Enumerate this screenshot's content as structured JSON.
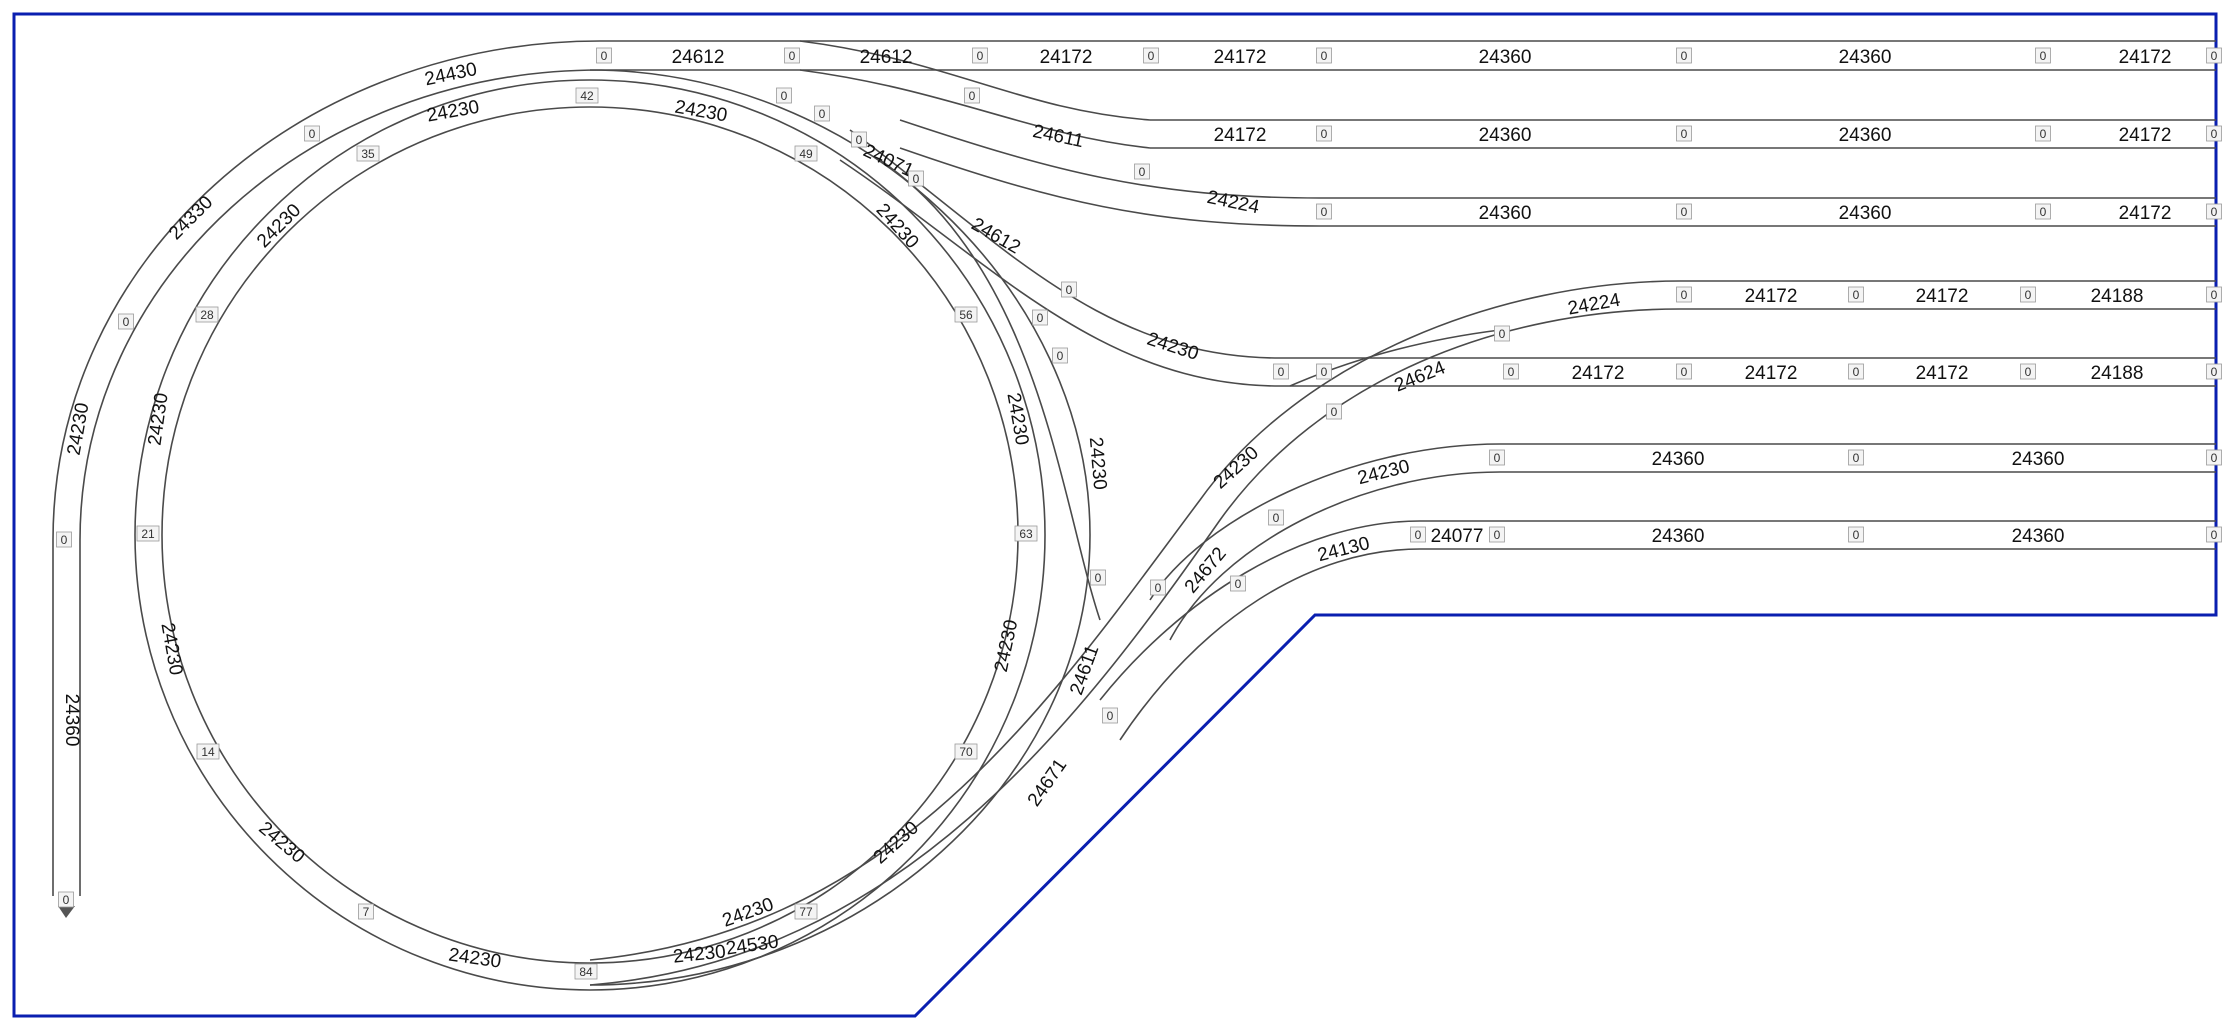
{
  "diagram": {
    "straight_labels": [
      "24172",
      "24172",
      "24360",
      "24360",
      "24172",
      "24172",
      "24360",
      "24360",
      "24172",
      "24360",
      "24360",
      "24172",
      "24172",
      "24172",
      "24188",
      "24172",
      "24172",
      "24172",
      "24188",
      "24360",
      "24360",
      "24077",
      "24360",
      "24360",
      "24360"
    ],
    "curve_labels": [
      "24430",
      "24612",
      "24612",
      "24230",
      "24230",
      "24611",
      "24071",
      "24230",
      "24612",
      "24224",
      "24330",
      "24230",
      "24230",
      "24224",
      "24624",
      "24230",
      "24230",
      "24230",
      "24230",
      "24230",
      "24230",
      "24230",
      "24672",
      "24130",
      "24611",
      "24230",
      "24671",
      "24230",
      "24230",
      "24530",
      "24230",
      "24230",
      "24230"
    ],
    "markers": [
      "0",
      "0",
      "0",
      "0",
      "0",
      "0",
      "0",
      "0",
      "0",
      "0",
      "0",
      "0",
      "0",
      "0",
      "0",
      "0",
      "0",
      "0",
      "0",
      "0",
      "0",
      "0",
      "0",
      "0",
      "0",
      "0",
      "0",
      "0",
      "0",
      "0",
      "0",
      "0",
      "0",
      "0",
      "0",
      "0",
      "0",
      "0",
      "0",
      "0",
      "0",
      "0",
      "0",
      "0",
      "0",
      "0"
    ],
    "loop_markers": [
      "42",
      "35",
      "49",
      "28",
      "56",
      "21",
      "63",
      "14",
      "70",
      "7",
      "77",
      "84"
    ],
    "end_markers": [
      "0",
      "0",
      "0",
      "0",
      "0",
      "0",
      "0",
      "0"
    ]
  }
}
